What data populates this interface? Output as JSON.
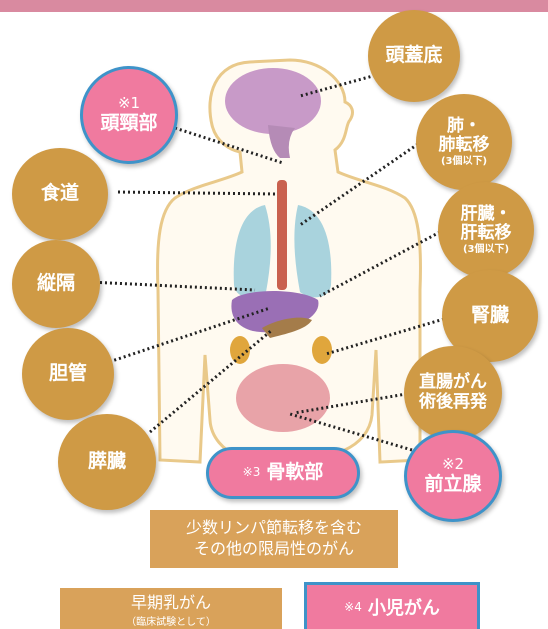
{
  "colors": {
    "bar": "#d98aa0",
    "gold": "#cf9a45",
    "pink": "#f07a9f",
    "border": "#3e93c9"
  },
  "bubbles": {
    "tougaitei": "頭蓋底",
    "toukeibu_mark": "※1",
    "toukeibu": "頭頸部",
    "hai_line1": "肺・",
    "hai_line2": "肺転移",
    "hai_note": "(3個以下)",
    "shokudou": "食道",
    "kanzou_line1": "肝臓・",
    "kanzou_line2": "肝転移",
    "kanzou_note": "(3個以下)",
    "juukaku": "縦隔",
    "jinzou": "腎臓",
    "tankan": "胆管",
    "chokuchou_line1": "直腸がん",
    "chokuchou_line2": "術後再発",
    "suizou": "膵臓",
    "zenritsusen_mark": "※2",
    "zenritsusen": "前立腺",
    "kotsunanbu_mark": "※3",
    "kotsunanbu": "骨軟部"
  },
  "boxes": {
    "other_line1": "少数リンパ節転移を含む",
    "other_line2": "その他の限局性のがん",
    "breast": "早期乳がん",
    "breast_note": "（臨床試験として）",
    "child_mark": "※4",
    "child": "小児がん"
  }
}
